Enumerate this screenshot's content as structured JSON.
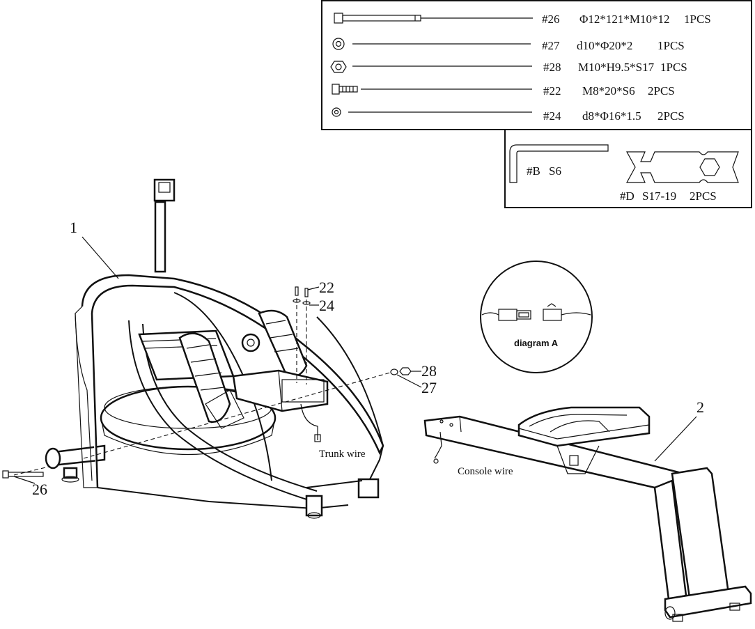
{
  "hardware_table": [
    {
      "part": "#26",
      "spec": "Φ12*121*M10*12",
      "qty": "1PCS",
      "icon": "long-bolt-icon"
    },
    {
      "part": "#27",
      "spec": "d10*Φ20*2",
      "qty": "1PCS",
      "icon": "washer-icon"
    },
    {
      "part": "#28",
      "spec": "M10*H9.5*S17",
      "qty": "1PCS",
      "icon": "nut-icon"
    },
    {
      "part": "#22",
      "spec": "M8*20*S6",
      "qty": "2PCS",
      "icon": "hex-bolt-icon"
    },
    {
      "part": "#24",
      "spec": "d8*Φ16*1.5",
      "qty": "2PCS",
      "icon": "small-washer-icon"
    }
  ],
  "tools": {
    "allen_key": {
      "part": "#B",
      "spec": "S6",
      "icon": "allen-key-icon"
    },
    "wrench": {
      "part": "#D",
      "spec": "S17-19",
      "qty": "2PCS",
      "icon": "wrench-icon"
    }
  },
  "callouts": {
    "main_unit": "1",
    "rail": "2",
    "bolt_22": "22",
    "washer_24": "24",
    "nut_28": "28",
    "washer_27": "27",
    "bolt_26": "26"
  },
  "wire_labels": {
    "trunk": "Trunk wire",
    "console": "Console wire"
  },
  "detail": {
    "caption": "diagram A"
  }
}
